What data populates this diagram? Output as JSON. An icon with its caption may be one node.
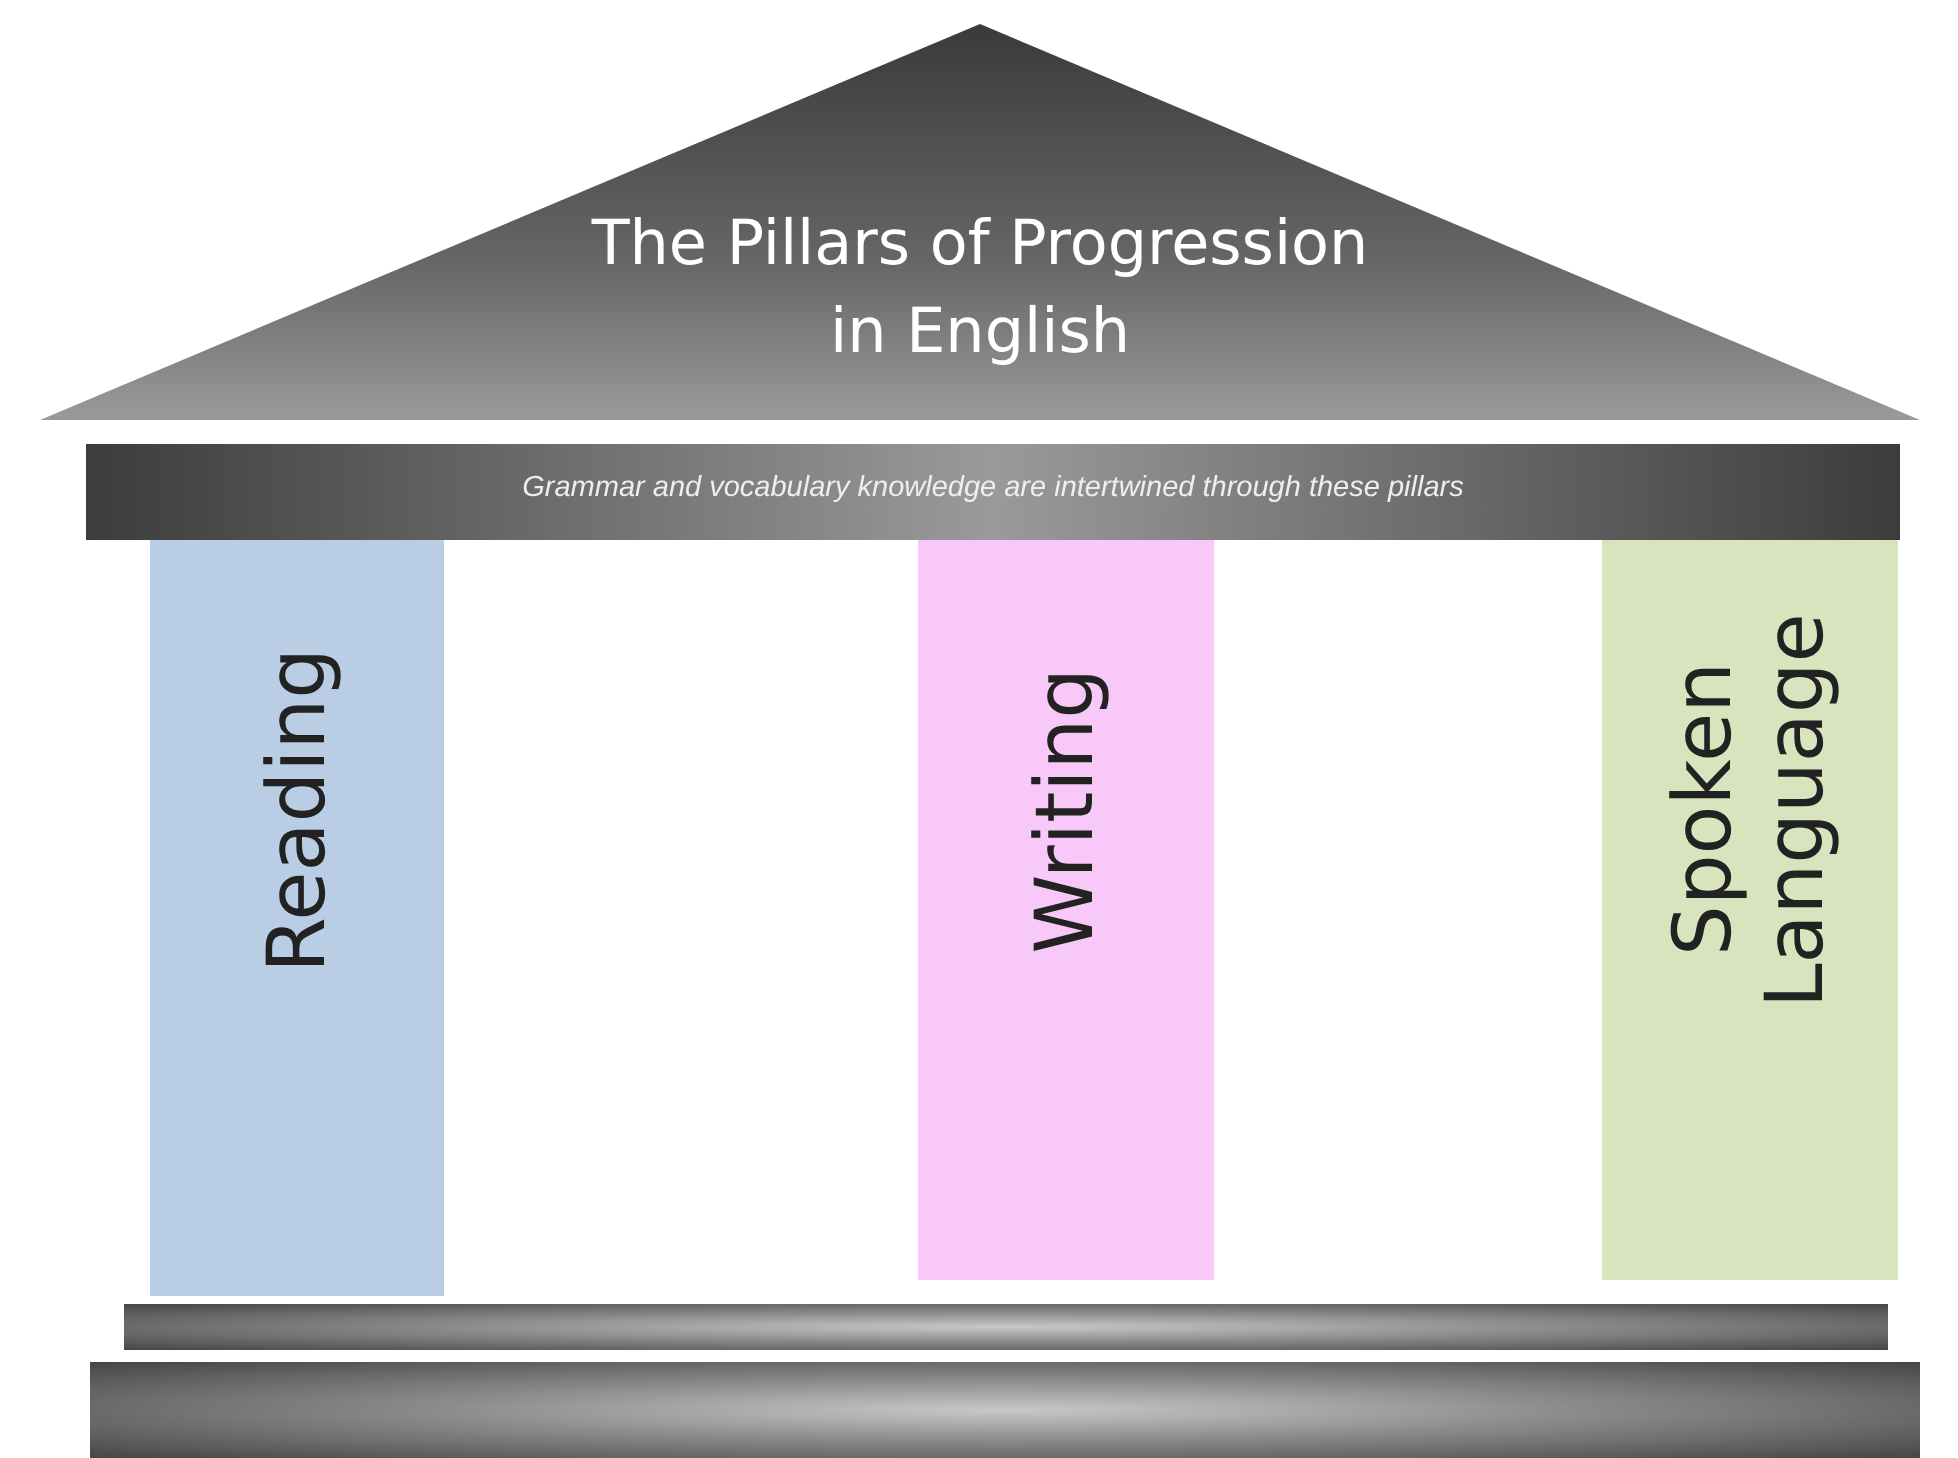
{
  "diagram": {
    "nodes": [
      {
        "text": [
          "The Pillars of Progression in English"
        ]
      },
      {
        "text": [
          "Grammar and vocabulary knowledge are intertwined through these pillars"
        ]
      },
      {
        "text": [
          "Reading"
        ]
      },
      {
        "text": [
          "Writing"
        ]
      },
      {
        "text": [
          "Spoken Language"
        ]
      },
      {
        "text": [],
        "shape": "bar"
      },
      {
        "text": [],
        "shape": "bar"
      }
    ],
    "edges": []
  }
}
